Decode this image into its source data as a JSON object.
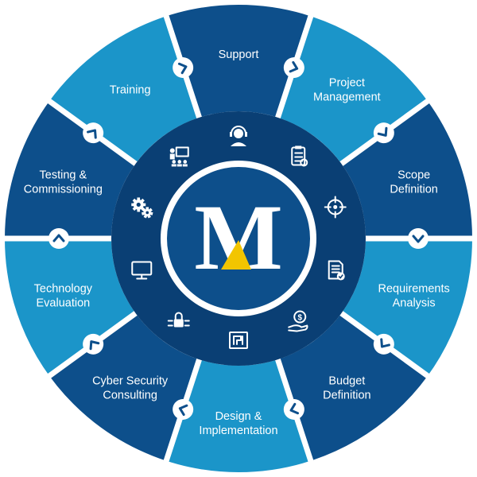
{
  "logo": {
    "letter": "M",
    "accent_color": "#f2c500",
    "text_color": "#ffffff"
  },
  "colors": {
    "dark_blue": "#0d4f8b",
    "light_blue": "#1b95c9",
    "inner_ring": "#0a3f74",
    "hub_ring": "#0a3f74",
    "hub": "#0d4f8b",
    "divider": "#ffffff"
  },
  "segments": [
    {
      "label_lines": [
        "Support"
      ],
      "icon": "support-agent-icon",
      "chevron": "chevron-icon",
      "tone": "dark"
    },
    {
      "label_lines": [
        "Project",
        "Management"
      ],
      "icon": "clipboard-checklist-icon",
      "chevron": "chevron-icon",
      "tone": "light"
    },
    {
      "label_lines": [
        "Scope",
        "Definition"
      ],
      "icon": "target-crosshair-icon",
      "chevron": "chevron-icon",
      "tone": "dark"
    },
    {
      "label_lines": [
        "Requirements",
        "Analysis"
      ],
      "icon": "document-check-icon",
      "chevron": "chevron-icon",
      "tone": "light"
    },
    {
      "label_lines": [
        "Budget",
        "Definition"
      ],
      "icon": "hand-dollar-icon",
      "chevron": "chevron-icon",
      "tone": "dark"
    },
    {
      "label_lines": [
        "Design &",
        "Implementation"
      ],
      "icon": "blueprint-icon",
      "chevron": "chevron-icon",
      "tone": "light"
    },
    {
      "label_lines": [
        "Cyber Security",
        "Consulting"
      ],
      "icon": "padlock-circuit-icon",
      "chevron": "chevron-icon",
      "tone": "dark"
    },
    {
      "label_lines": [
        "Technology",
        "Evaluation"
      ],
      "icon": "monitor-icon",
      "chevron": "chevron-icon",
      "tone": "light"
    },
    {
      "label_lines": [
        "Testing &",
        "Commissioning"
      ],
      "icon": "gears-icon",
      "chevron": "chevron-icon",
      "tone": "dark"
    },
    {
      "label_lines": [
        "Training"
      ],
      "icon": "presentation-training-icon",
      "chevron": "chevron-icon",
      "tone": "light"
    }
  ]
}
